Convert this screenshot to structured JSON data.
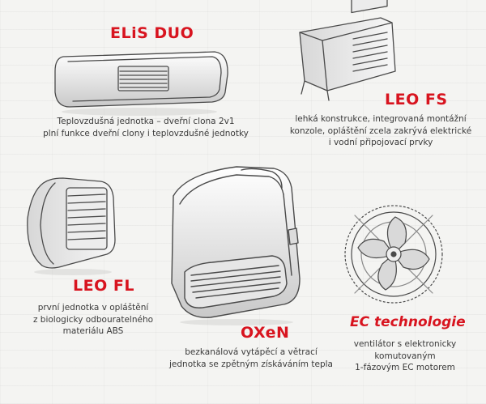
{
  "products": [
    {
      "name": "ELiS DUO",
      "icon": "door-air-curtain-sketch-icon",
      "description": [
        "Teplovzdušná jednotka – dveřní clona 2v1",
        "plní funkce dveřní clony i teplovzdušné jednotky"
      ]
    },
    {
      "name": "LEO FS",
      "icon": "cube-heater-sketch-icon",
      "description": [
        "lehká konstrukce, integrovaná montážní",
        "konzole, opláštění zcela zakrývá elektrické",
        "i vodní připojovací prvky"
      ]
    },
    {
      "name": "LEO FL",
      "icon": "rounded-heater-sketch-icon",
      "description": [
        "první jednotka v opláštění",
        "z biologicky odbouratelného",
        "materiálu ABS"
      ]
    },
    {
      "name": "OXeN",
      "icon": "ductless-ventilation-unit-sketch-icon",
      "description": [
        "bezkanálová vytápěcí a větrací",
        "jednotka se zpětným získáváním tepla"
      ]
    },
    {
      "name": "EC technologie",
      "icon": "ec-fan-sketch-icon",
      "description": [
        "ventilátor s elektronicky",
        "komutovaným",
        "1-fázovým EC motorem"
      ]
    }
  ],
  "colors": {
    "title_red": "#d8141f",
    "text_gray": "#3a3a3a",
    "sketch_line": "#4a4a4a",
    "background": "#f4f4f2"
  }
}
